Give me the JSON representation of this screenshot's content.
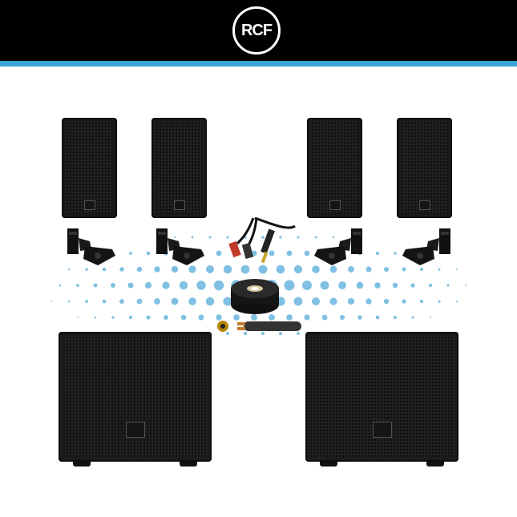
{
  "brand": {
    "logo_text": "RCF",
    "header_color": "#000000",
    "stripe_color": "#3aa5d8",
    "dot_color": "#7fc0e3"
  },
  "product_bundle": {
    "satellite_speakers": 4,
    "wall_brackets": 4,
    "subwoofers": 2,
    "accessories": [
      "rca-to-jack-cable-icon",
      "speaker-cable-reel-icon",
      "speaker-cable-end-icon"
    ]
  }
}
